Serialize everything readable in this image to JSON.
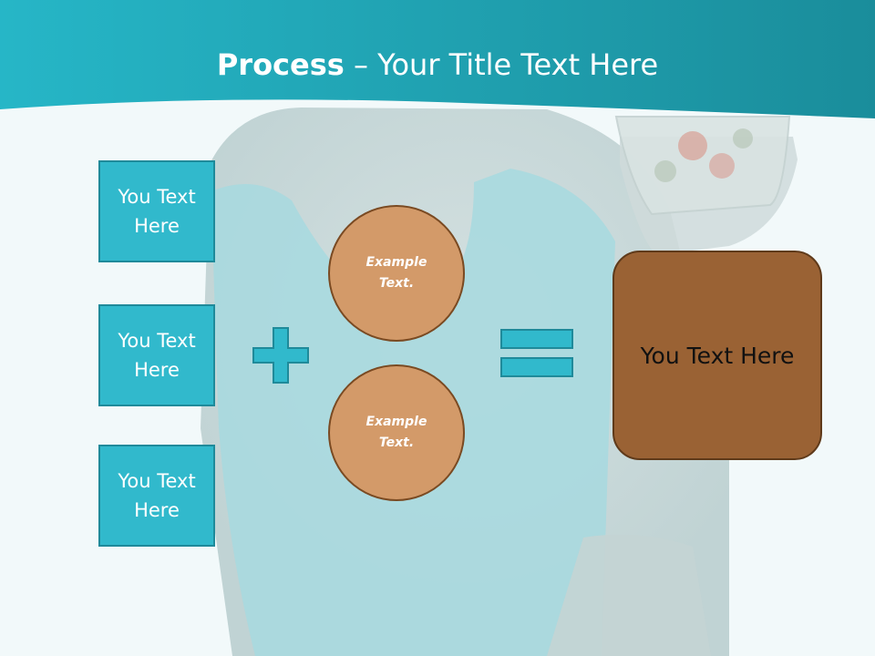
{
  "slide": {
    "title_bold": "Process",
    "title_rest": " – Your Title Text Here"
  },
  "left_boxes": [
    {
      "label": "You Text Here"
    },
    {
      "label": "You Text Here"
    },
    {
      "label": "You Text Here"
    }
  ],
  "circles": [
    {
      "label": "Example Text."
    },
    {
      "label": "Example Text."
    }
  ],
  "operators": {
    "plus_icon": "plus-icon",
    "equals_icon": "equals-icon"
  },
  "result_box": {
    "label": "You Text Here"
  },
  "colors": {
    "teal": "#31b9cc",
    "teal_dark": "#1f8a9a",
    "circle_fill": "#d39a69",
    "result_fill": "#9a6234"
  }
}
